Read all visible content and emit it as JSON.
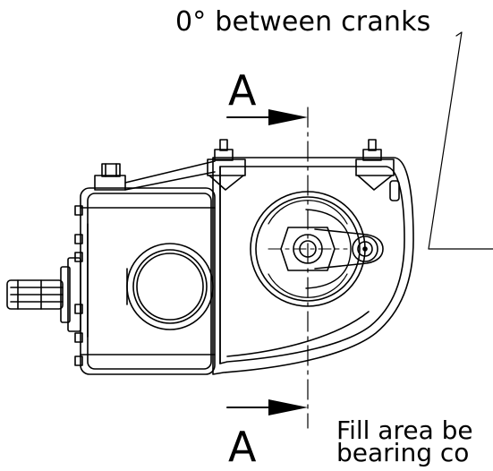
{
  "drawing": {
    "callout_top": "0° between cranks",
    "section_mark_top": "A",
    "section_mark_bottom": "A",
    "callout_bottom_line1": "Fill area be",
    "callout_bottom_line2": "bearing co"
  },
  "colors": {
    "line": "#000000",
    "background": "#ffffff"
  }
}
